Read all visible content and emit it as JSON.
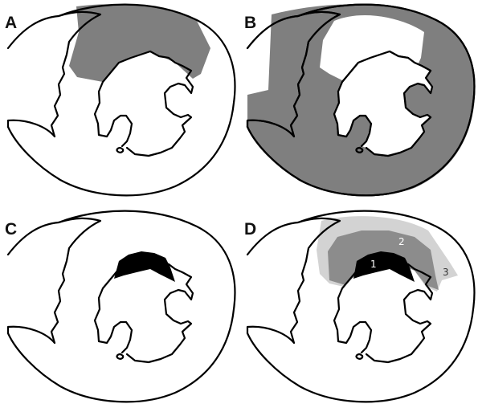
{
  "panels": [
    {
      "id": "A",
      "label": "A",
      "fill": "#7f7f7f"
    },
    {
      "id": "B",
      "label": "B",
      "fill": "#7f7f7f"
    },
    {
      "id": "C",
      "label": "C",
      "fill": "#000000"
    },
    {
      "id": "D",
      "label": "D",
      "zones": [
        {
          "label": "1",
          "fill": "#000000",
          "text_color": "#ffffff"
        },
        {
          "label": "2",
          "fill": "#8c8c8c",
          "text_color": "#ffffff"
        },
        {
          "label": "3",
          "fill": "#d3d3d3",
          "text_color": "#333333"
        }
      ]
    }
  ]
}
